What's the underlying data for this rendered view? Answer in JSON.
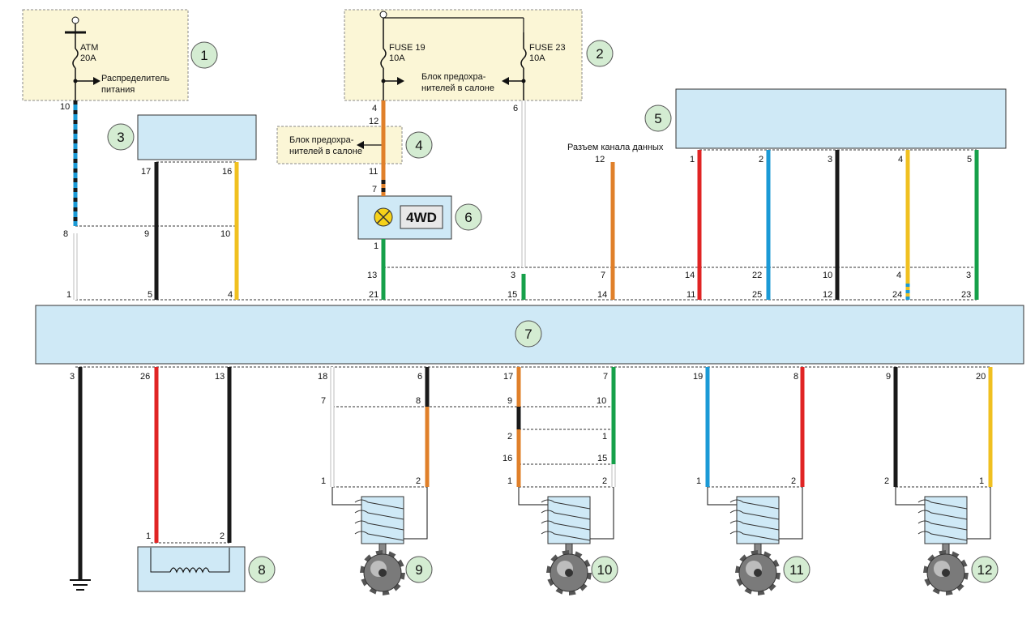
{
  "diagram": {
    "fuse_block_left": {
      "fuse_name": "ATM",
      "fuse_rating": "20A",
      "label_line1": "Распределитель",
      "label_line2": "питания",
      "callout": "1"
    },
    "fuse_block_right": {
      "fuse1_name": "FUSE 19",
      "fuse1_rating": "10A",
      "fuse2_name": "FUSE 23",
      "fuse2_rating": "10A",
      "label_line1": "Блок предохра-",
      "label_line2": "нителей в салоне",
      "callout": "2"
    },
    "fuse_block_small": {
      "label_line1": "Блок предохра-",
      "label_line2": "нителей в салоне",
      "callout": "4"
    },
    "component3": {
      "callout": "3"
    },
    "component5": {
      "callout": "5"
    },
    "indicator": {
      "text": "4WD",
      "callout": "6"
    },
    "control_unit": {
      "callout": "7"
    },
    "component8": {
      "callout": "8"
    },
    "sensor9": {
      "callout": "9"
    },
    "sensor10": {
      "callout": "10"
    },
    "sensor11": {
      "callout": "11"
    },
    "sensor12": {
      "callout": "12"
    },
    "data_connector_label": "Разъем канала данных",
    "pins": {
      "p_top_10": "10",
      "p_top_8": "8",
      "p_top_1": "1",
      "p_c3_17": "17",
      "p_c3_16": "16",
      "p_c3_9": "9",
      "p_c3_10": "10",
      "p_c3_5": "5",
      "p_c3_4": "4",
      "p_f19_4": "4",
      "p_f19_12": "12",
      "p_f19_11": "11",
      "p_f19_7": "7",
      "p_f19_1": "1",
      "p_f19_13": "13",
      "p_f19_21": "21",
      "p_f23_6": "6",
      "p_f23_3": "3",
      "p_f23_15": "15",
      "p_dc_12": "12",
      "p_dc_7": "7",
      "p_dc_14": "14",
      "p_c5_1": "1",
      "p_c5_2": "2",
      "p_c5_3": "3",
      "p_c5_4": "4",
      "p_c5_5": "5",
      "p_m_14": "14",
      "p_m_22": "22",
      "p_m_10": "10",
      "p_m_4": "4",
      "p_m_3": "3",
      "p_b_11": "11",
      "p_b_25": "25",
      "p_b_12": "12",
      "p_b_24": "24",
      "p_b_23": "23",
      "p_l_3": "3",
      "p_l_26": "26",
      "p_l_13": "13",
      "p_l_18": "18",
      "p_l_6": "6",
      "p_l_17": "17",
      "p_l_7": "7",
      "p_l_19": "19",
      "p_l_8": "8",
      "p_l_9": "9",
      "p_l_20": "20",
      "p_s9_7": "7",
      "p_s9_8": "8",
      "p_s9_1": "1",
      "p_s9_2": "2",
      "p_s10_9": "9",
      "p_s10_10": "10",
      "p_s10_2": "2",
      "p_s10_1a": "1",
      "p_s10_16": "16",
      "p_s10_15": "15",
      "p_s10_1": "1",
      "p_s10_2b": "2",
      "p_s11_1": "1",
      "p_s11_2": "2",
      "p_s12_2": "2",
      "p_s12_1": "1",
      "p_c8_1": "1",
      "p_c8_2": "2"
    },
    "colors": {
      "box_fill": "#cfe9f6",
      "fuse_fill": "#fbf6d6",
      "callout_fill": "#d4ecd2",
      "wire_black": "#1a1a1a",
      "wire_red": "#e02424",
      "wire_blue": "#1b9ad6",
      "wire_green": "#16a04a",
      "wire_yellow": "#f0c020",
      "wire_orange": "#e0802a",
      "wire_white": "#d8d8d8"
    }
  }
}
